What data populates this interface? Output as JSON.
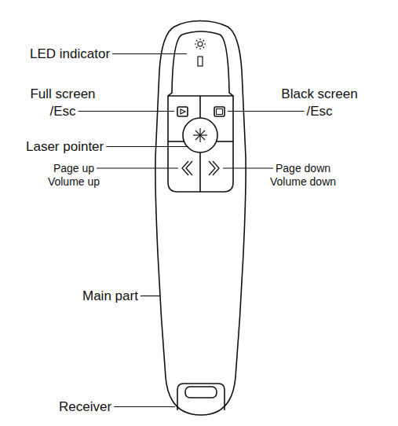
{
  "diagram": {
    "labels": [
      "LED indicator",
      "Full screen /Esc",
      "Black screen /Esc",
      "Laser pointer",
      "Page up Volume up",
      "Page down Volume down",
      "Main part",
      "Receiver"
    ]
  }
}
